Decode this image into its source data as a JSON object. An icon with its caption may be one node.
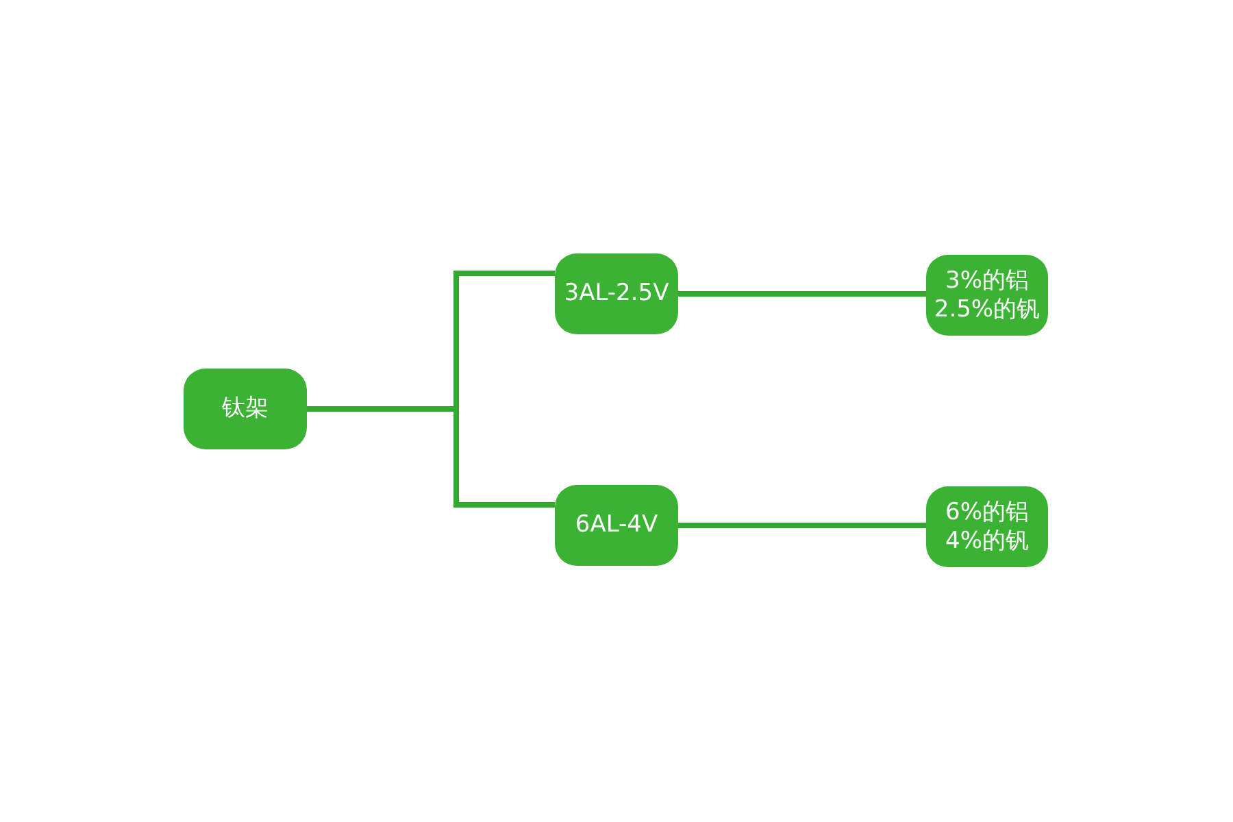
{
  "diagram": {
    "nodes": [
      {
        "text": [
          "钛架"
        ]
      },
      {
        "text": [
          "3AL-2.5V"
        ]
      },
      {
        "text": [
          "6AL-4V"
        ]
      },
      {
        "text": [
          "3%的铝",
          "2.5%的钒"
        ]
      },
      {
        "text": [
          "6%的铝",
          "4%的钒"
        ]
      }
    ],
    "edges": [
      {
        "from": 0,
        "to": 1,
        "arrow": "none"
      },
      {
        "from": 0,
        "to": 2,
        "arrow": "none"
      },
      {
        "from": 1,
        "to": 3,
        "arrow": "none"
      },
      {
        "from": 2,
        "to": 4,
        "arrow": "none"
      }
    ]
  }
}
